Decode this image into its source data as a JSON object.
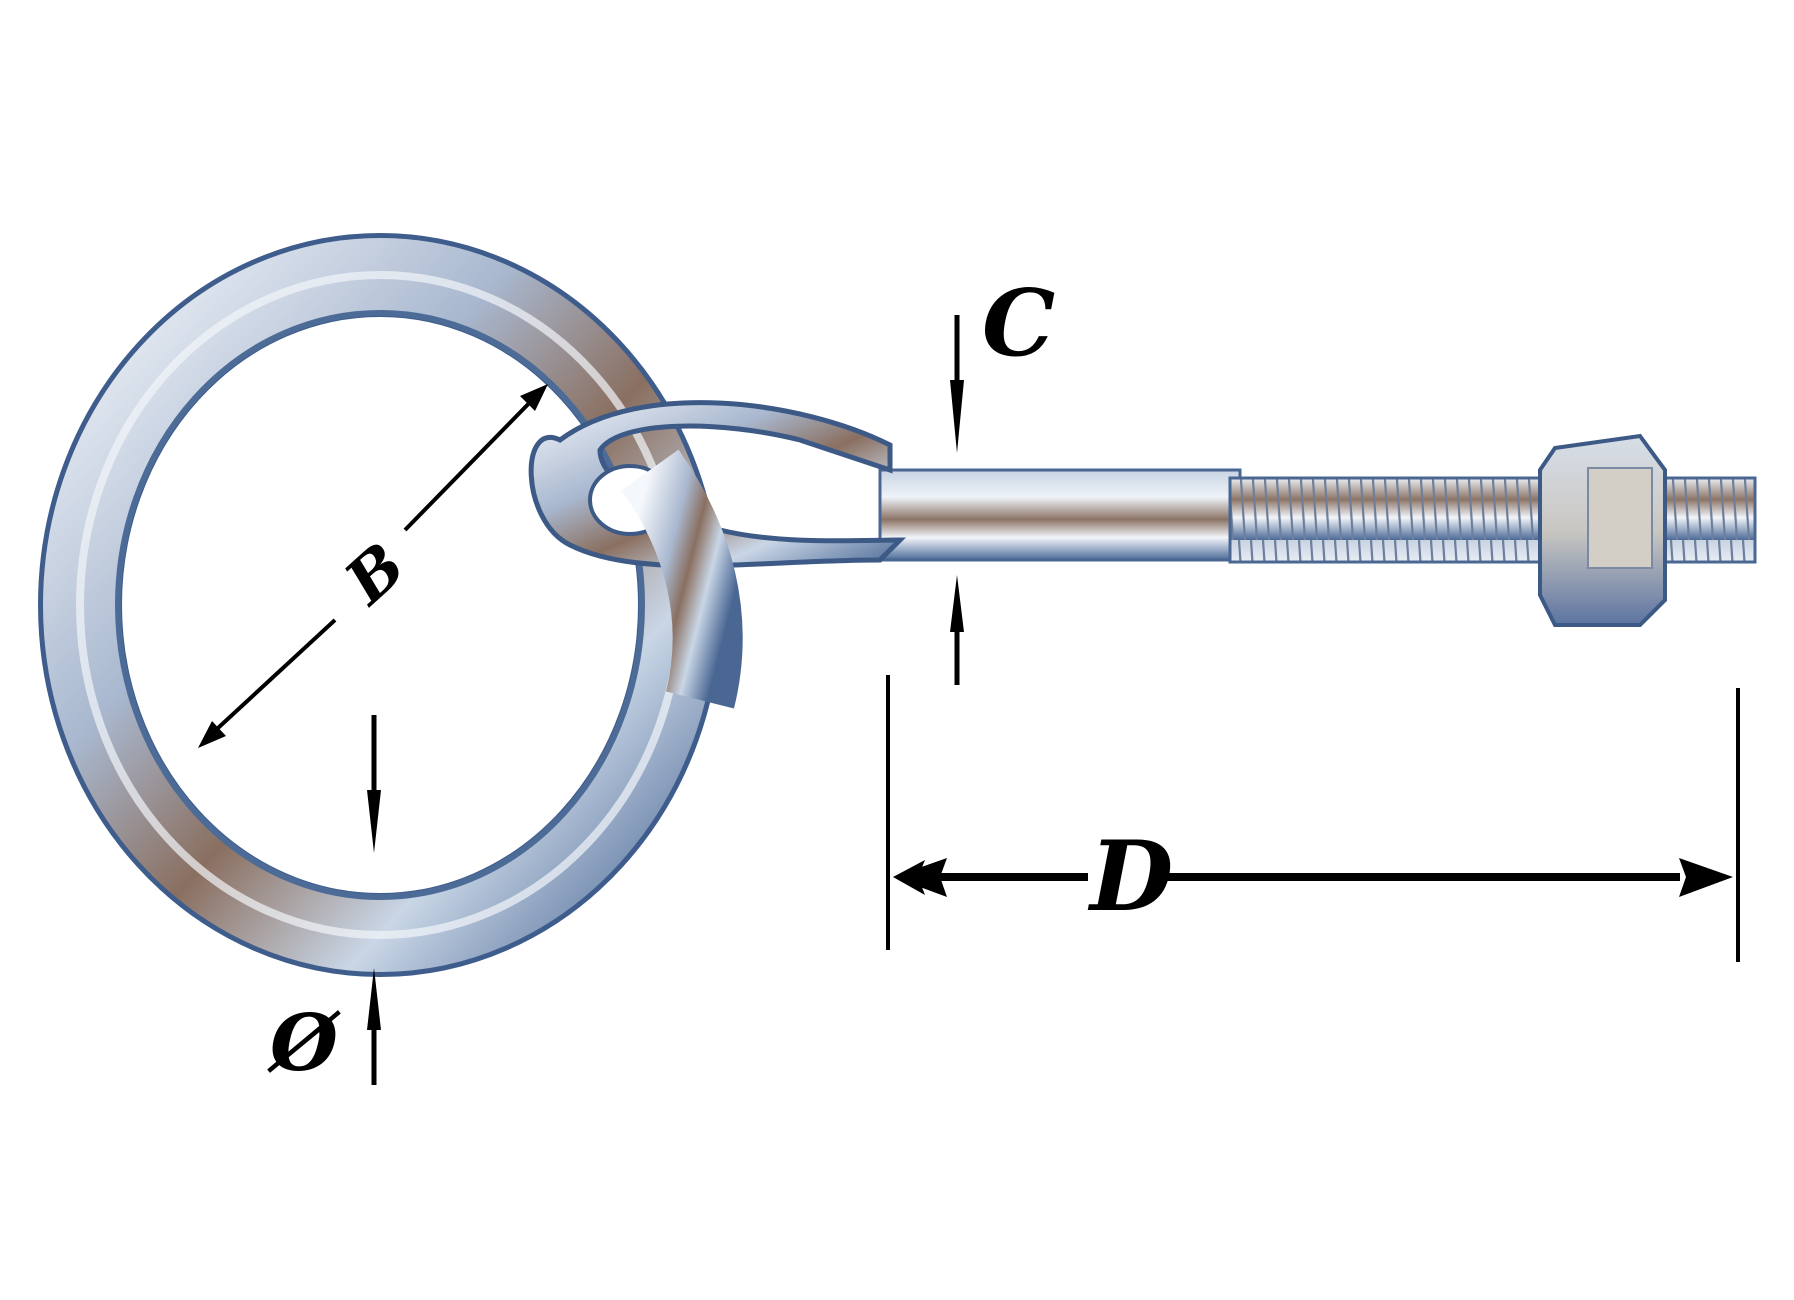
{
  "diagram": {
    "subject": "Ring bolt with nut (eye bolt with loose ring)",
    "colors": {
      "background": "#ffffff",
      "dimension_lines": "#000000",
      "metal_light": "#e6ecf3",
      "metal_mid": "#9fb0c8",
      "metal_dark": "#3d5a86",
      "metal_brown": "#8a6a58"
    },
    "dimensions": {
      "ring_inner_diameter": {
        "label": "B"
      },
      "eye_wire_thickness": {
        "label": "C"
      },
      "shank_length": {
        "label": "D"
      },
      "ring_wire_diameter": {
        "label": "Ø"
      }
    },
    "parts": [
      "ring",
      "eye",
      "shank",
      "threaded-section",
      "hex-nut"
    ]
  }
}
